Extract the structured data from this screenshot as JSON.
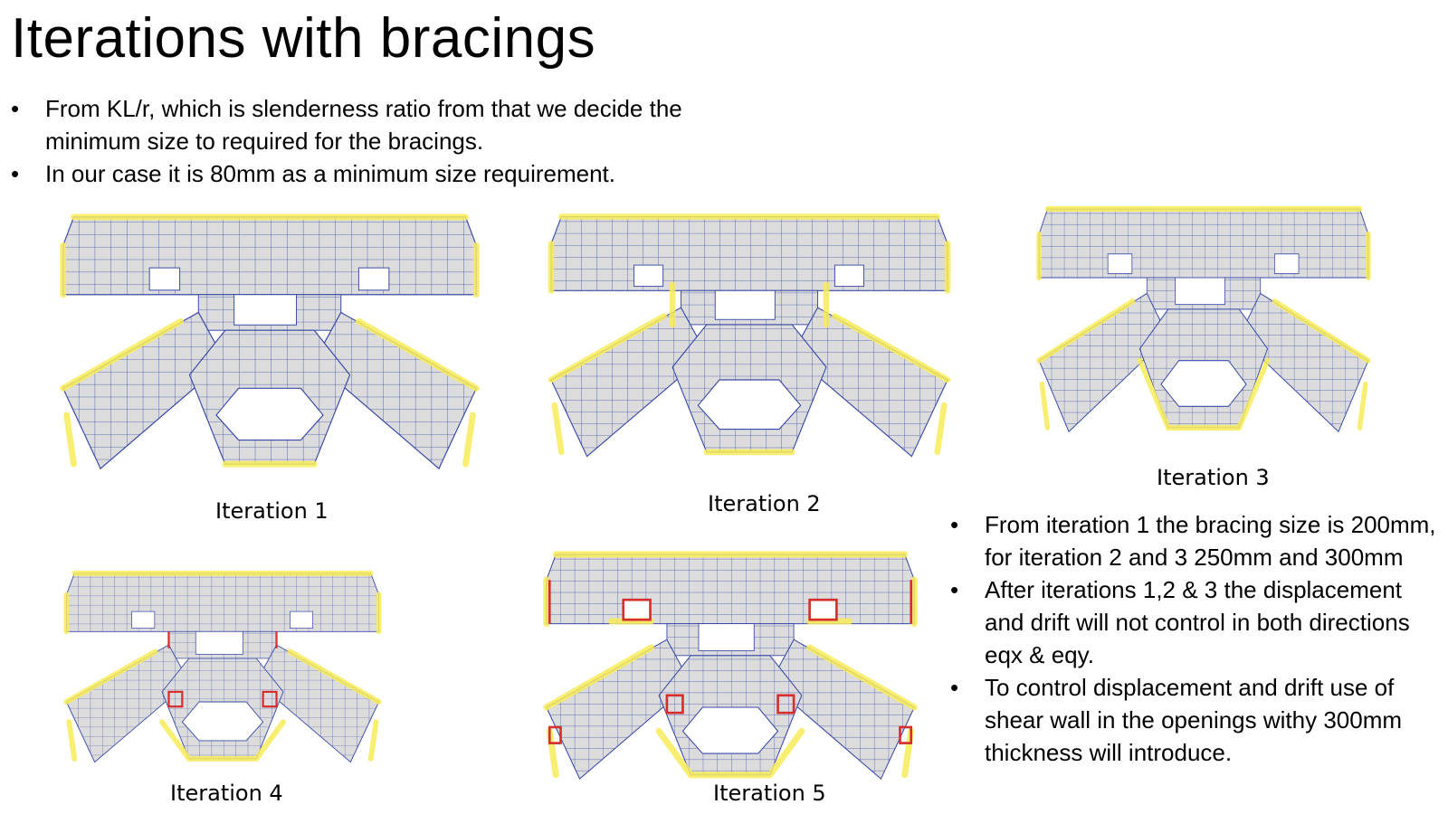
{
  "slide": {
    "title": "Iterations with bracings",
    "top_bullets": [
      "From KL/r, which is slenderness ratio from that we decide the minimum size to required for the bracings.",
      "In our case it is 80mm as a minimum size requirement."
    ],
    "right_bullets": [
      "From iteration 1 the bracing size is 200mm, for iteration 2 and 3 250mm and 300mm",
      "After iterations 1,2 & 3 the displacement and drift will not control in both directions eqx & eqy.",
      "To control displacement and drift use of shear wall in the openings withy 300mm thickness will introduce."
    ]
  },
  "plans": [
    {
      "caption": "Iteration 1"
    },
    {
      "caption": "Iteration 2"
    },
    {
      "caption": "Iteration 3"
    },
    {
      "caption": "Iteration 4"
    },
    {
      "caption": "Iteration 5"
    }
  ],
  "colors": {
    "slab": "#dcdcdc",
    "grid": "#3a4aa8",
    "bracing_highlight": "#f7ec5a",
    "shear_wall": "#d62d2d"
  }
}
